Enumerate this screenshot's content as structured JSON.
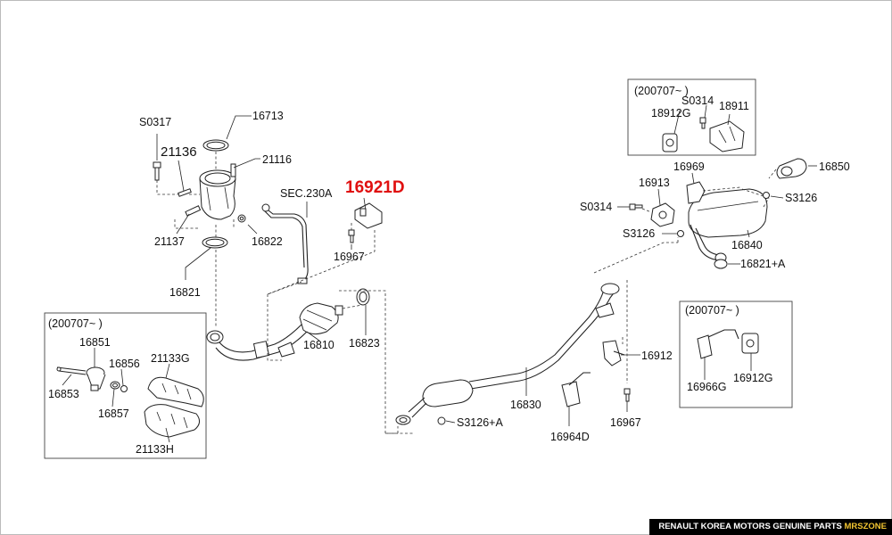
{
  "highlight_color": "#e01010",
  "footer": {
    "text": "RENAULT KOREA MOTORS GENUINE PARTS",
    "brand": "MRSZONE",
    "brand_color": "#f2c531"
  },
  "boxes": {
    "left": "(200707~ )",
    "top_right": "(200707~ )",
    "mid_right": "(200707~ )"
  },
  "labels": {
    "p16713": "16713",
    "pS0317": "S0317",
    "p21136": "21136",
    "p21116": "21116",
    "p21137": "21137",
    "p16822": "16822",
    "p16821": "16821",
    "sec230a": "SEC.230A",
    "p16921d": "16921D",
    "p16967a": "16967",
    "p16810": "16810",
    "p16823": "16823",
    "p16851": "16851",
    "p16856": "16856",
    "p21133g": "21133G",
    "p16853": "16853",
    "p16857": "16857",
    "p21133h": "21133H",
    "p16830": "16830",
    "pS3126a": "S3126+A",
    "p16964d": "16964D",
    "p16967b": "16967",
    "p16912": "16912",
    "pS0314a": "S0314",
    "p18912g": "18912G",
    "p18911": "18911",
    "p16969": "16969",
    "p16850": "16850",
    "p16913": "16913",
    "pS0314b": "S0314",
    "pS3126b": "S3126",
    "pS3126c": "S3126",
    "p16840": "16840",
    "p16821a": "16821+A",
    "p16966g": "16966G",
    "p16912g": "16912G"
  }
}
